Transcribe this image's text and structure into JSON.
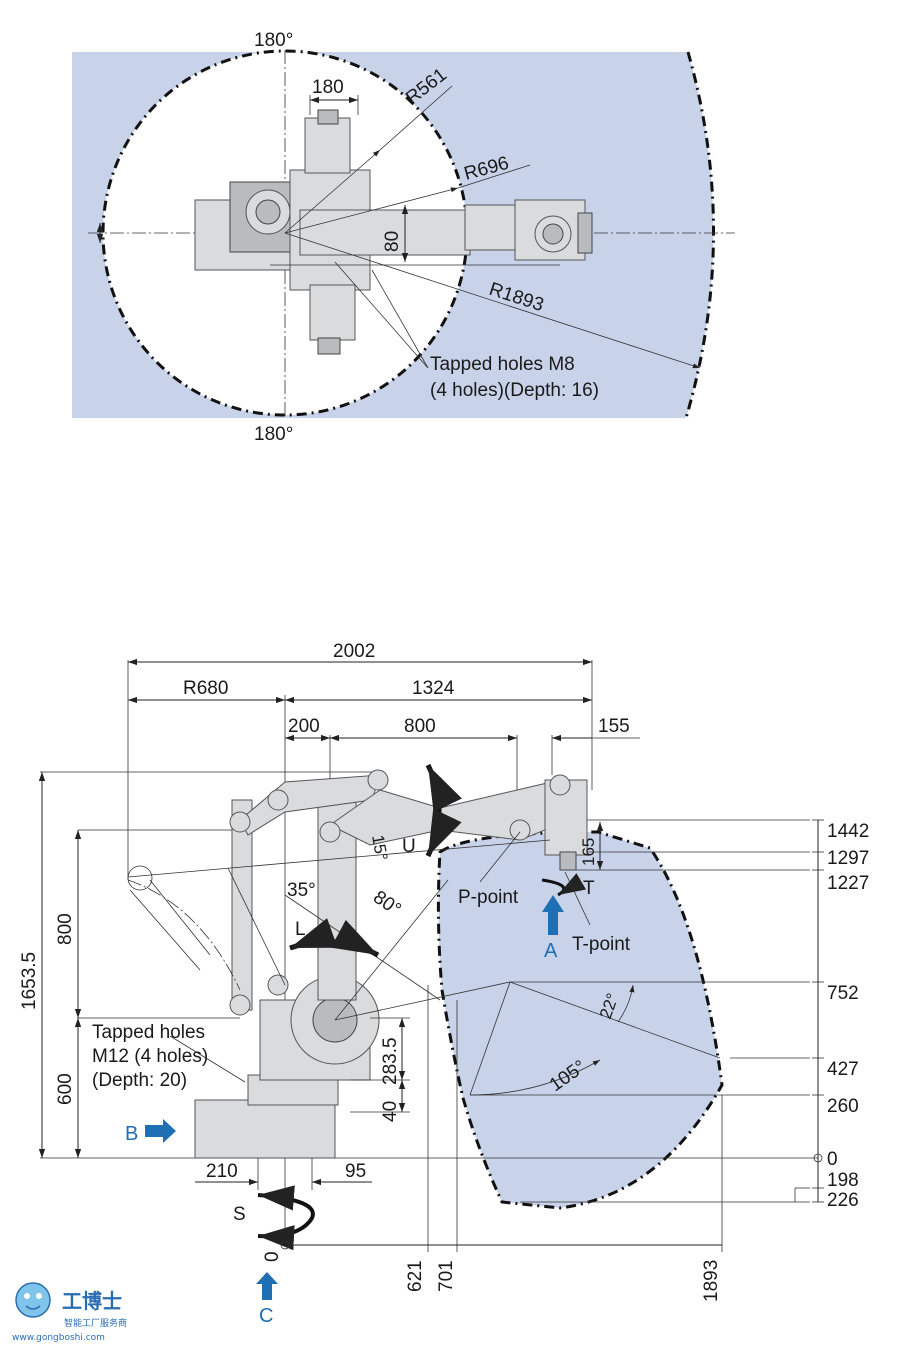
{
  "top_view": {
    "angle_top": "180°",
    "angle_bottom": "180°",
    "dim_180": "180",
    "dim_80": "80",
    "radius_r561": "R561",
    "radius_r696": "R696",
    "radius_r1893": "R1893",
    "tapped_holes_line1": "Tapped holes M8",
    "tapped_holes_line2": "(4 holes)(Depth: 16)"
  },
  "side_view": {
    "dim_2002": "2002",
    "dim_r680": "R680",
    "dim_1324": "1324",
    "dim_200": "200",
    "dim_800_top": "800",
    "dim_155": "155",
    "dim_1653_5": "1653.5",
    "dim_800_left": "800",
    "dim_600": "600",
    "dim_283_5": "283.5",
    "dim_40": "40",
    "dim_210": "210",
    "dim_95": "95",
    "dim_165": "165",
    "angle_15": "15°",
    "angle_35": "35°",
    "angle_80": "80°",
    "angle_22": "22°",
    "angle_105": "105°",
    "axis_u": "U",
    "axis_l": "L",
    "axis_s": "S",
    "axis_t": "T",
    "p_point": "P-point",
    "t_point": "T-point",
    "view_a": "A",
    "view_b": "B",
    "view_c": "C",
    "tapped_holes_line1": "Tapped holes",
    "tapped_holes_line2": "M12 (4 holes)",
    "tapped_holes_line3": "(Depth: 20)",
    "right_scale": [
      "1442",
      "1297",
      "1227",
      "752",
      "427",
      "260",
      "0",
      "198",
      "226"
    ],
    "bottom_scale": [
      "0",
      "621",
      "701",
      "1893"
    ]
  },
  "watermark": {
    "brand": "工博士",
    "url": "www.gongboshi.com",
    "tagline": "智能工厂服务商"
  },
  "colors": {
    "envelope_fill": "#c8d3ea",
    "robot_fill": "#d9dbdd",
    "arrow_blue": "#1f6fb5"
  }
}
